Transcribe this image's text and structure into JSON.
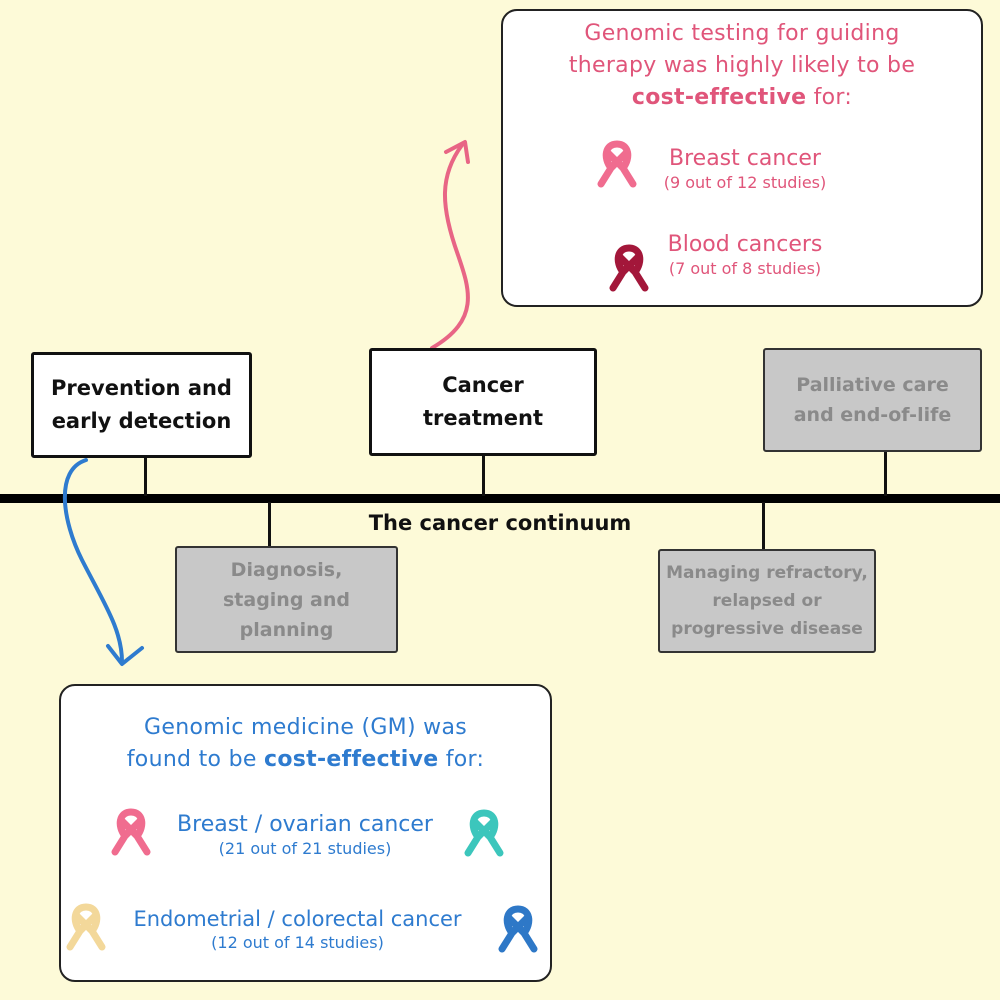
{
  "continuum": {
    "label": "The cancer continuum"
  },
  "stages": {
    "prevention": "Prevention and\nearly detection",
    "treatment": "Cancer\ntreatment",
    "palliative": "Palliative care\nand end-of-life",
    "diagnosis": "Diagnosis,\nstaging and\nplanning",
    "refractory": "Managing refractory,\nrelapsed or\nprogressive disease"
  },
  "treatment_box": {
    "headline_line1": "Genomic testing for guiding",
    "headline_line2": "therapy was highly likely to be",
    "headline_bold": "cost-effective",
    "headline_end": " for:",
    "items": [
      {
        "title": "Breast cancer",
        "sub": "(9 out of 12 studies)",
        "ribbon_color": "#F06C8F",
        "ribbon": "pink-ribbon-icon"
      },
      {
        "title": "Blood cancers",
        "sub": "(7 out of 8 studies)",
        "ribbon_color": "#A3173A",
        "ribbon": "burgundy-ribbon-icon"
      }
    ]
  },
  "prevention_box": {
    "headline_line1": "Genomic medicine (GM) was",
    "headline_pre": "found to be ",
    "headline_bold": "cost-effective",
    "headline_end": " for:",
    "items": [
      {
        "title": "Breast / ovarian cancer",
        "sub": "(21 out of 21 studies)",
        "ribbon_left_color": "#F06C8F",
        "ribbon_right_color": "#3CC6BC"
      },
      {
        "title": "Endometrial / colorectal cancer",
        "sub": "(12 out of 14 studies)",
        "ribbon_left_color": "#F3D89A",
        "ribbon_right_color": "#2E78C7"
      }
    ]
  },
  "colors": {
    "background": "#FDFAD8",
    "pink": "#E0557A",
    "blue": "#2E7BCF",
    "inactive_box": "#C8C8C8",
    "inactive_text": "#8A8A8A"
  }
}
